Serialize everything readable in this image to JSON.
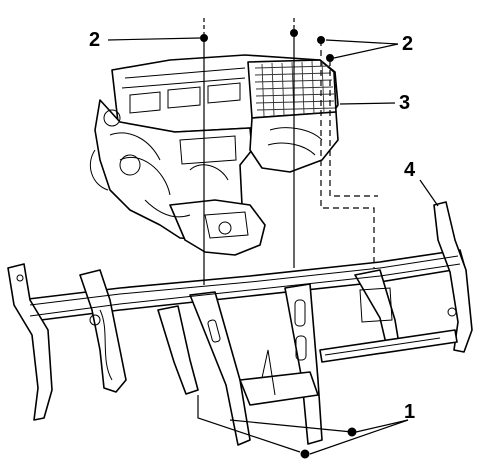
{
  "callouts": {
    "fastener_top_left": "2",
    "fastener_top_right": "2",
    "hvac_module": "3",
    "instrument_panel_frame": "4",
    "fastener_bottom": "1"
  },
  "colors": {
    "line": "#000000",
    "background": "#ffffff",
    "hatch": "#333333"
  }
}
